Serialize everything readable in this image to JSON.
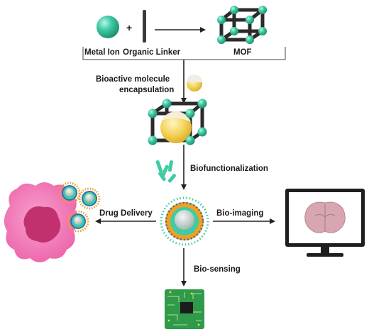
{
  "labels": {
    "metal_ion": "Metal Ion",
    "plus": "+",
    "organic_linker": "Organic Linker",
    "mof": "MOF",
    "encapsulation_line1": "Bioactive molecule",
    "encapsulation_line2": "encapsulation",
    "biofunctionalization": "Biofunctionalization",
    "drug_delivery": "Drug Delivery",
    "bio_imaging": "Bio-imaging",
    "bio_sensing": "Bio-sensing"
  },
  "colors": {
    "node_teal": "#3ecba5",
    "node_teal_dark": "#239a7c",
    "cargo_yellow": "#f3d35a",
    "cancer_cell_pink": "#f06bb2",
    "nucleus_magenta": "#c2306e",
    "shell_orange": "#f2a020",
    "chip_green": "#2f9a49",
    "brain_pink": "#d7a6b0",
    "line_dark": "#222222"
  }
}
